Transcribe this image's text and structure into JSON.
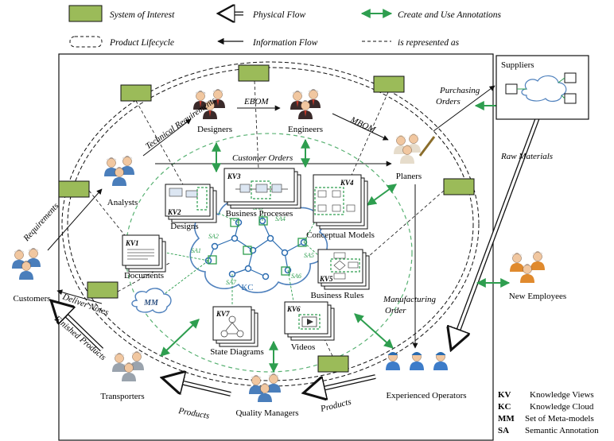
{
  "legend": {
    "system_of_interest": "System of Interest",
    "physical_flow": "Physical Flow",
    "create_use": "Create and Use Annotations",
    "product_lifecycle": "Product Lifecycle",
    "information_flow": "Information Flow",
    "represented_as": "is represented as"
  },
  "actors": {
    "designers": "Designers",
    "engineers": "Engineers",
    "planers": "Planers",
    "analysts": "Analysts",
    "customers": "Customers",
    "transporters": "Transporters",
    "quality_managers": "Quality Managers",
    "experienced_operators": "Experienced Operators",
    "suppliers": "Suppliers",
    "new_employees": "New Employees"
  },
  "flows": {
    "ebom": "EBOM",
    "mbom": "MBOM",
    "technical_requirements": "Technical Requirements",
    "customer_orders": "Customer Orders",
    "requirements": "Requirements",
    "purchasing_orders_1": "Purchasing",
    "purchasing_orders_2": "Orders",
    "raw_materials": "Raw  Materials",
    "manufacturing_order_1": "Manufacturing",
    "manufacturing_order_2": "Order",
    "deliver_notes": "Deliver Notes",
    "finished_products": "Finished Products",
    "products_left": "Products",
    "products_right": "Products"
  },
  "artifacts": {
    "designs": "Designs",
    "business_processes": "Business Processes",
    "conceptual_models": "Conceptual Models",
    "documents": "Documents",
    "business_rules": "Business Rules",
    "state_diagrams": "State Diagrams",
    "videos": "Videos"
  },
  "kv_labels": {
    "kv1": "KV1",
    "kv2": "KV2",
    "kv3": "KV3",
    "kv4": "KV4",
    "kv5": "KV5",
    "kv6": "KV6",
    "kv7": "KV7"
  },
  "sa_labels": {
    "sa1": "SA1",
    "sa2": "SA2",
    "sa3": "SA3",
    "sa4": "SA4",
    "sa5": "SA5",
    "sa6": "SA6",
    "sa7": "SA7"
  },
  "kc_label": "KC",
  "mm_label": "MM",
  "abbreviations": [
    {
      "abbr": "KV",
      "text": "Knowledge Views"
    },
    {
      "abbr": "KC",
      "text": "Knowledge Cloud"
    },
    {
      "abbr": "MM",
      "text": "Set of Meta-models"
    },
    {
      "abbr": "SA",
      "text": "Semantic Annotation"
    }
  ],
  "colors": {
    "soi_fill": "#9bbb59",
    "annotation_green": "#2e9e4f",
    "cloud_blue": "#4f81bd",
    "person_blue": "#4a7ebb",
    "person_dark": "#6b3a2a"
  }
}
